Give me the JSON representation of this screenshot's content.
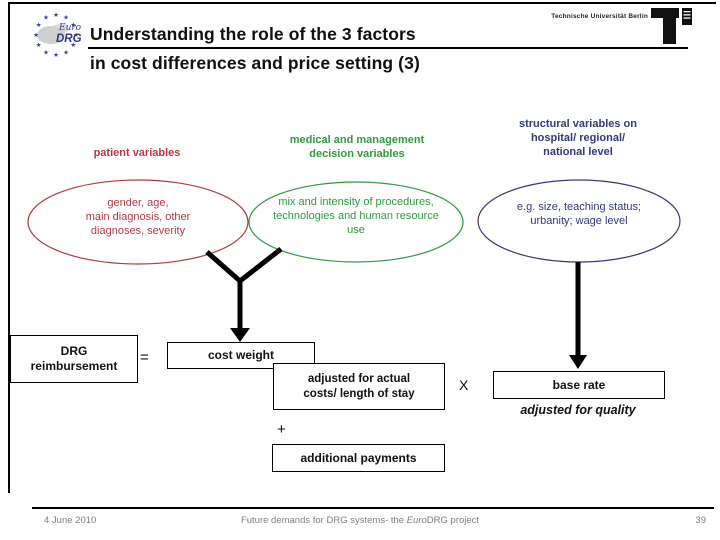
{
  "header": {
    "title_line1": "Understanding the role of the 3 factors",
    "title_line2": "in cost differences and price setting (3)",
    "logo_euro": "Euro",
    "logo_drg": "DRG",
    "university": "Technische Universität Berlin"
  },
  "colors": {
    "patient_red": "#b13b45",
    "medical_green": "#2f9a3f",
    "structural_navy": "#34397b"
  },
  "diagram": {
    "patient": {
      "header": "patient variables",
      "ellipse_text": "gender, age,\nmain diagnosis, other\ndiagnoses, severity"
    },
    "medical": {
      "header": "medical and management\ndecision variables",
      "ellipse_text": "mix and intensity of procedures,\ntechnologies and human resource\nuse"
    },
    "structural": {
      "header": "structural variables on\nhospital/ regional/\nnational level",
      "ellipse_text": "e.g. size, teaching status;\nurbanity; wage level"
    }
  },
  "formula": {
    "drg_reimbursement": "DRG\nreimbursement",
    "equals": "=",
    "cost_weight": "cost weight",
    "adjusted_actual": "adjusted for actual\ncosts/ length of stay",
    "multiply": "X",
    "base_rate": "base rate",
    "adjusted_quality": "adjusted for quality",
    "plus": "+",
    "additional_payments": "additional payments"
  },
  "footer": {
    "date": "4 June 2010",
    "center_pre": "Future demands for DRG systems- the ",
    "center_italic": "Euro",
    "center_post": "DRG project",
    "page_number": "39"
  }
}
